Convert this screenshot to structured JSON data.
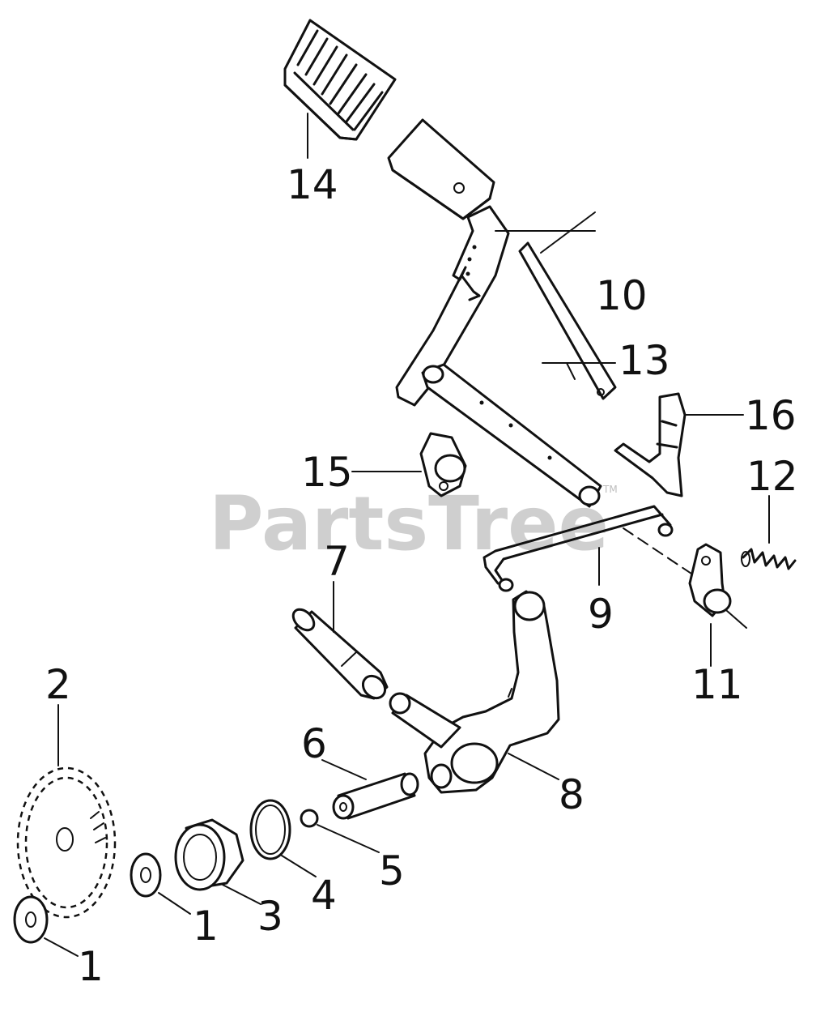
{
  "watermark": {
    "text": "PartsTree",
    "trademark": "TM"
  },
  "callouts": {
    "c1a": "1",
    "c1b": "1",
    "c2": "2",
    "c3": "3",
    "c4": "4",
    "c5": "5",
    "c6": "6",
    "c7": "7",
    "c8": "8",
    "c9": "9",
    "c10": "10",
    "c11": "11",
    "c12": "12",
    "c13": "13",
    "c14": "14",
    "c15": "15",
    "c16": "16"
  }
}
